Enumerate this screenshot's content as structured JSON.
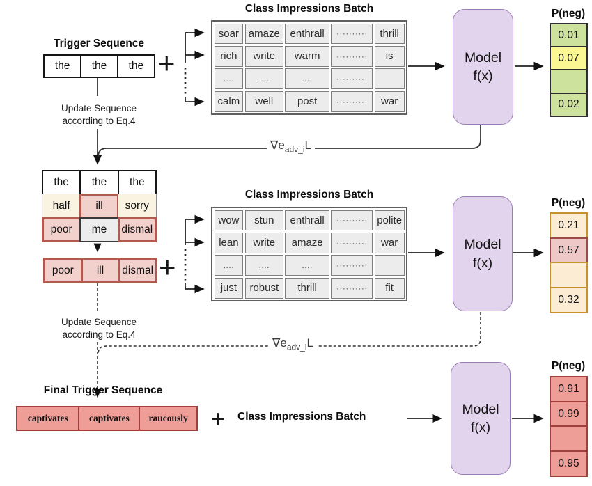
{
  "colors": {
    "model_fill": "#e3d4ee",
    "model_border": "#9b7db6",
    "prob_green": "#cde29c",
    "prob_yellow": "#fbf893",
    "prob_cream": "#fbecd3",
    "prob_cream_border": "#c6932b",
    "prob_rose": "#edc8c6",
    "prob_rose_border": "#9c4a46",
    "prob_salmon": "#ef9d97",
    "prob_salmon_border": "#a13f3b",
    "trigger_pink": "#f2d0cb",
    "trigger_pink_border": "#b15a50",
    "batch_cell": "#ececec"
  },
  "stage1": {
    "trigger_title": "Trigger Sequence",
    "trigger_cells": [
      "the",
      "the",
      "the"
    ],
    "plus": "+",
    "batch_title": "Class Impressions Batch",
    "batch_rows": [
      [
        "soar",
        "amaze",
        "enthrall",
        "··········",
        "thrill"
      ],
      [
        "rich",
        "write",
        "warm",
        "··········",
        "is"
      ],
      [
        "....",
        "....",
        "....",
        "··········",
        ""
      ],
      [
        "calm",
        "well",
        "post",
        "··········",
        "war"
      ]
    ],
    "update_line1": "Update Sequence",
    "update_line2": "according to Eq.4",
    "model_line1": "Model",
    "model_line2": "f(x)",
    "pneg_title": "P(neg)",
    "pneg_values": [
      "0.01",
      "0.07",
      "",
      "0.02"
    ],
    "gradient": {
      "prefix": "∇e",
      "sub": "adv_i",
      "suffix": "L"
    }
  },
  "stage2": {
    "grid_rows": [
      [
        "the",
        "the",
        "the"
      ],
      [
        "half",
        "ill",
        "sorry"
      ],
      [
        "poor",
        "me",
        "dismal"
      ]
    ],
    "selected_cells": [
      "poor",
      "ill",
      "dismal"
    ],
    "plus": "+",
    "batch_title": "Class Impressions Batch",
    "batch_rows": [
      [
        "wow",
        "stun",
        "enthrall",
        "··········",
        "polite"
      ],
      [
        "lean",
        "write",
        "amaze",
        "··········",
        "war"
      ],
      [
        "....",
        "....",
        "....",
        "··········",
        ""
      ],
      [
        "just",
        "robust",
        "thrill",
        "··········",
        "fit"
      ]
    ],
    "update_line1": "Update Sequence",
    "update_line2": "according to Eq.4",
    "model_line1": "Model",
    "model_line2": "f(x)",
    "pneg_title": "P(neg)",
    "pneg_values": [
      "0.21",
      "0.57",
      "",
      "0.32"
    ],
    "gradient": {
      "prefix": "∇e",
      "sub": "adv_i",
      "suffix": "L"
    }
  },
  "stage3": {
    "final_title": "Final Trigger Sequence",
    "trigger_cells": [
      "captivates",
      "captivates",
      "raucously"
    ],
    "plus": "+",
    "batch_label": "Class Impressions Batch",
    "model_line1": "Model",
    "model_line2": "f(x)",
    "pneg_title": "P(neg)",
    "pneg_values": [
      "0.91",
      "0.99",
      "",
      "0.95"
    ]
  }
}
